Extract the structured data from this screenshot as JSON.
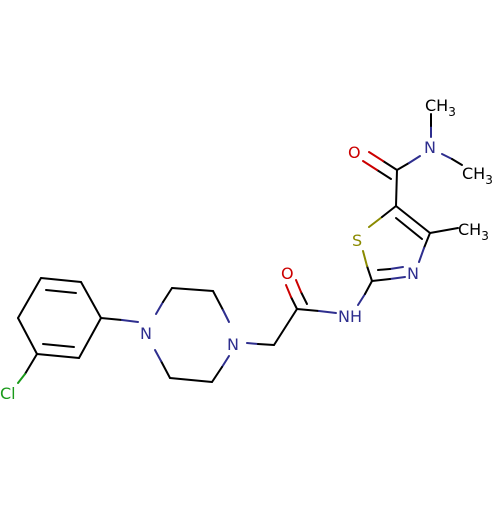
{
  "molecule": {
    "atom_labels": {
      "cl": "Cl",
      "n_aryl": "N",
      "n_pip": "N",
      "o_amide": "O",
      "nh_amide": "NH",
      "s_ring": "S",
      "n_ring": "N",
      "o_carboxamide": "O",
      "n_dimethyl": "N",
      "ch3_top": "CH",
      "ch3_mid": "CH",
      "ch3_ring": "CH",
      "subscript_3": "3"
    },
    "colors": {
      "carbon": "#000000",
      "nitrogen": "#2e2e8e",
      "oxygen": "#cc0000",
      "sulfur": "#8a8a00",
      "chlorine": "#1a9a1a"
    }
  }
}
